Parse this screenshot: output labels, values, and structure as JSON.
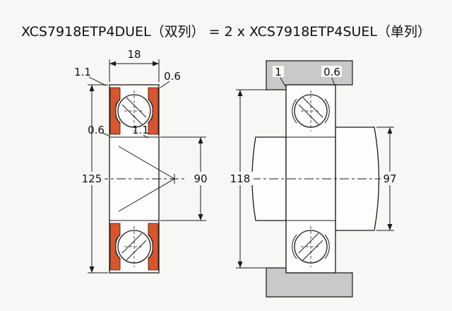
{
  "title": "XCS7918ETP4DUEL（双列） = 2 x XCS7918ETP4SUEL（单列）",
  "colors": {
    "seal_orange": "#d9552d",
    "housing_gray": "#c9c9c9",
    "line": "#1a1a1a",
    "background": "#f7f7f5"
  },
  "left_view": {
    "width": "18",
    "outer_chamfer": "1.1",
    "outer_chamfer_right": "0.6",
    "face_chamfer": "0.6",
    "inner_chamfer": "1.1",
    "outer_diameter": "125",
    "bore_diameter": "90"
  },
  "right_view": {
    "housing_chamfer": "1",
    "bearing_chamfer": "0.6",
    "housing_shoulder_diameter": "118",
    "shaft_shoulder_diameter": "97"
  }
}
